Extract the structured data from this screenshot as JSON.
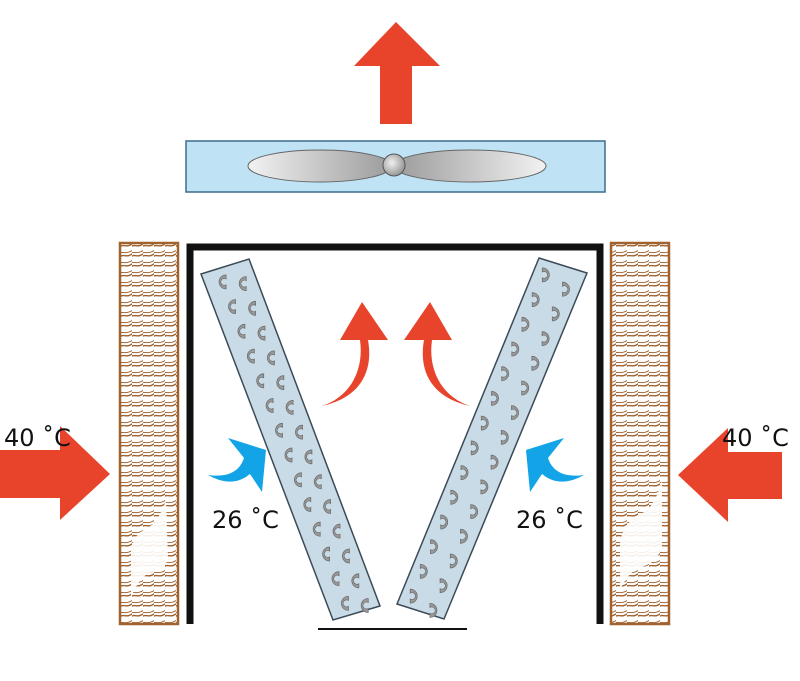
{
  "labels": {
    "outside_left": "40 ˚C",
    "outside_right": "40 ˚C",
    "cooled_left": "26 ˚C",
    "cooled_right": "26 ˚C"
  },
  "colors": {
    "hot_air": "#e8432b",
    "cool_air": "#12a4e6",
    "fan_housing": "#bfe2f5",
    "fin_coil": "#c9dbe7",
    "pad_wood": "#a0622f",
    "frame": "#111111"
  },
  "icons": {
    "exhaust": "red-up-arrow-icon",
    "fan": "fan-icon",
    "inflow": "red-right-arrow-icon",
    "cooled_flow": "blue-curved-arrow-icon",
    "rising_air": "red-curved-up-arrow-icon"
  }
}
